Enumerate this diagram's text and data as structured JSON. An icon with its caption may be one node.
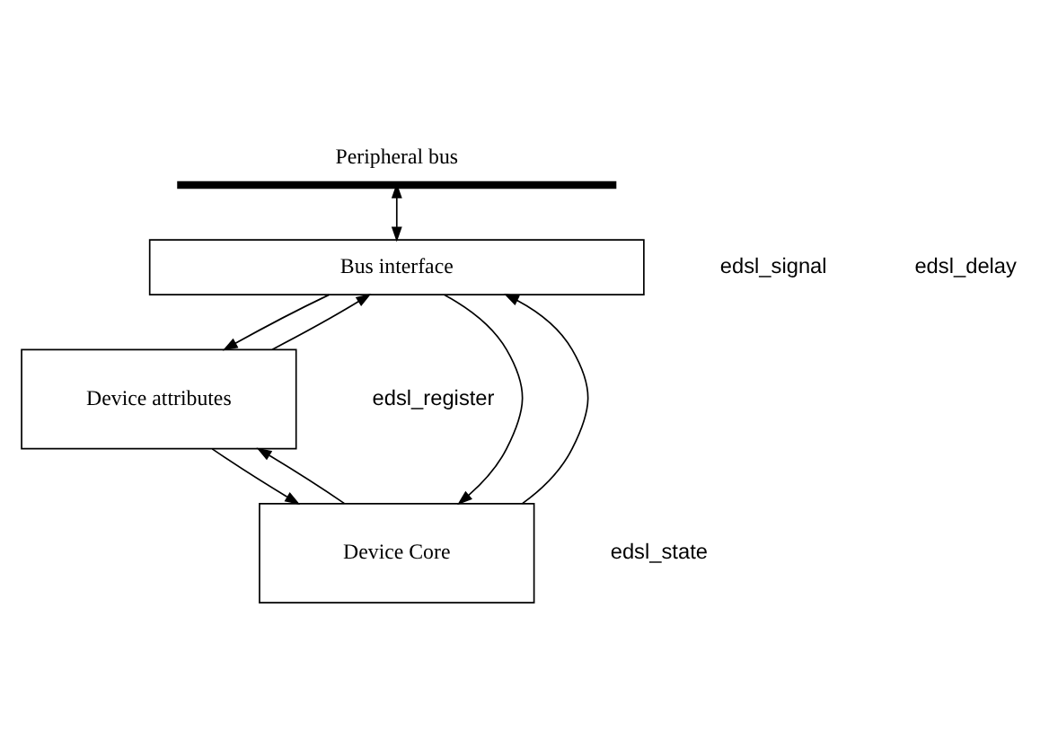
{
  "diagram": {
    "nodes": [
      {
        "text": [
          "Peripheral bus"
        ]
      },
      {
        "text": [
          "Bus interface"
        ]
      },
      {
        "text": [
          "Device attributes"
        ]
      },
      {
        "text": [
          "Device Core"
        ]
      }
    ],
    "edges": [
      {
        "from": 0,
        "to": 1,
        "arrow": "both"
      },
      {
        "from": 1,
        "to": 2,
        "arrow": "to"
      },
      {
        "from": 2,
        "to": 1,
        "arrow": "to"
      },
      {
        "from": 2,
        "to": 3,
        "arrow": "to"
      },
      {
        "from": 3,
        "to": 2,
        "arrow": "to"
      },
      {
        "from": 1,
        "to": 3,
        "arrow": "to"
      },
      {
        "from": 3,
        "to": 1,
        "arrow": "to"
      }
    ],
    "labels": [
      "edsl_signal",
      "edsl_delay",
      "edsl_register",
      "edsl_state"
    ]
  }
}
